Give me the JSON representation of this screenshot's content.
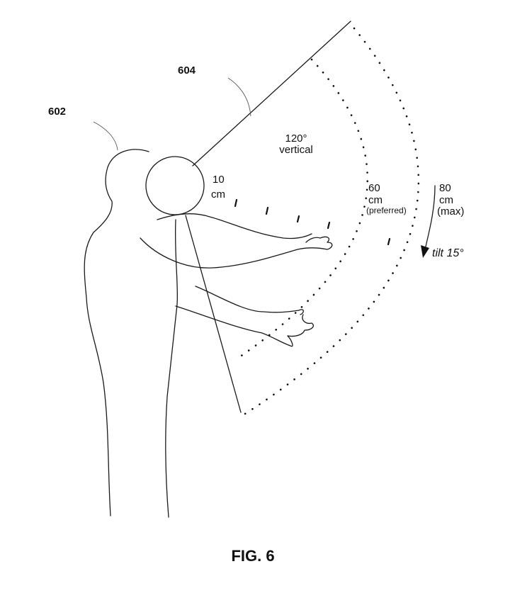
{
  "figure": {
    "ref_person": "602",
    "ref_fov": "604",
    "angle": {
      "value": "120°",
      "label": "vertical"
    },
    "distances": [
      {
        "value": "10",
        "unit": "cm",
        "note": ""
      },
      {
        "value": "60",
        "unit": "cm",
        "note": "(preferred)"
      },
      {
        "value": "80",
        "unit": "cm",
        "note": "(max)"
      }
    ],
    "tilt": "tilt 15°",
    "caption": "FIG. 6"
  }
}
